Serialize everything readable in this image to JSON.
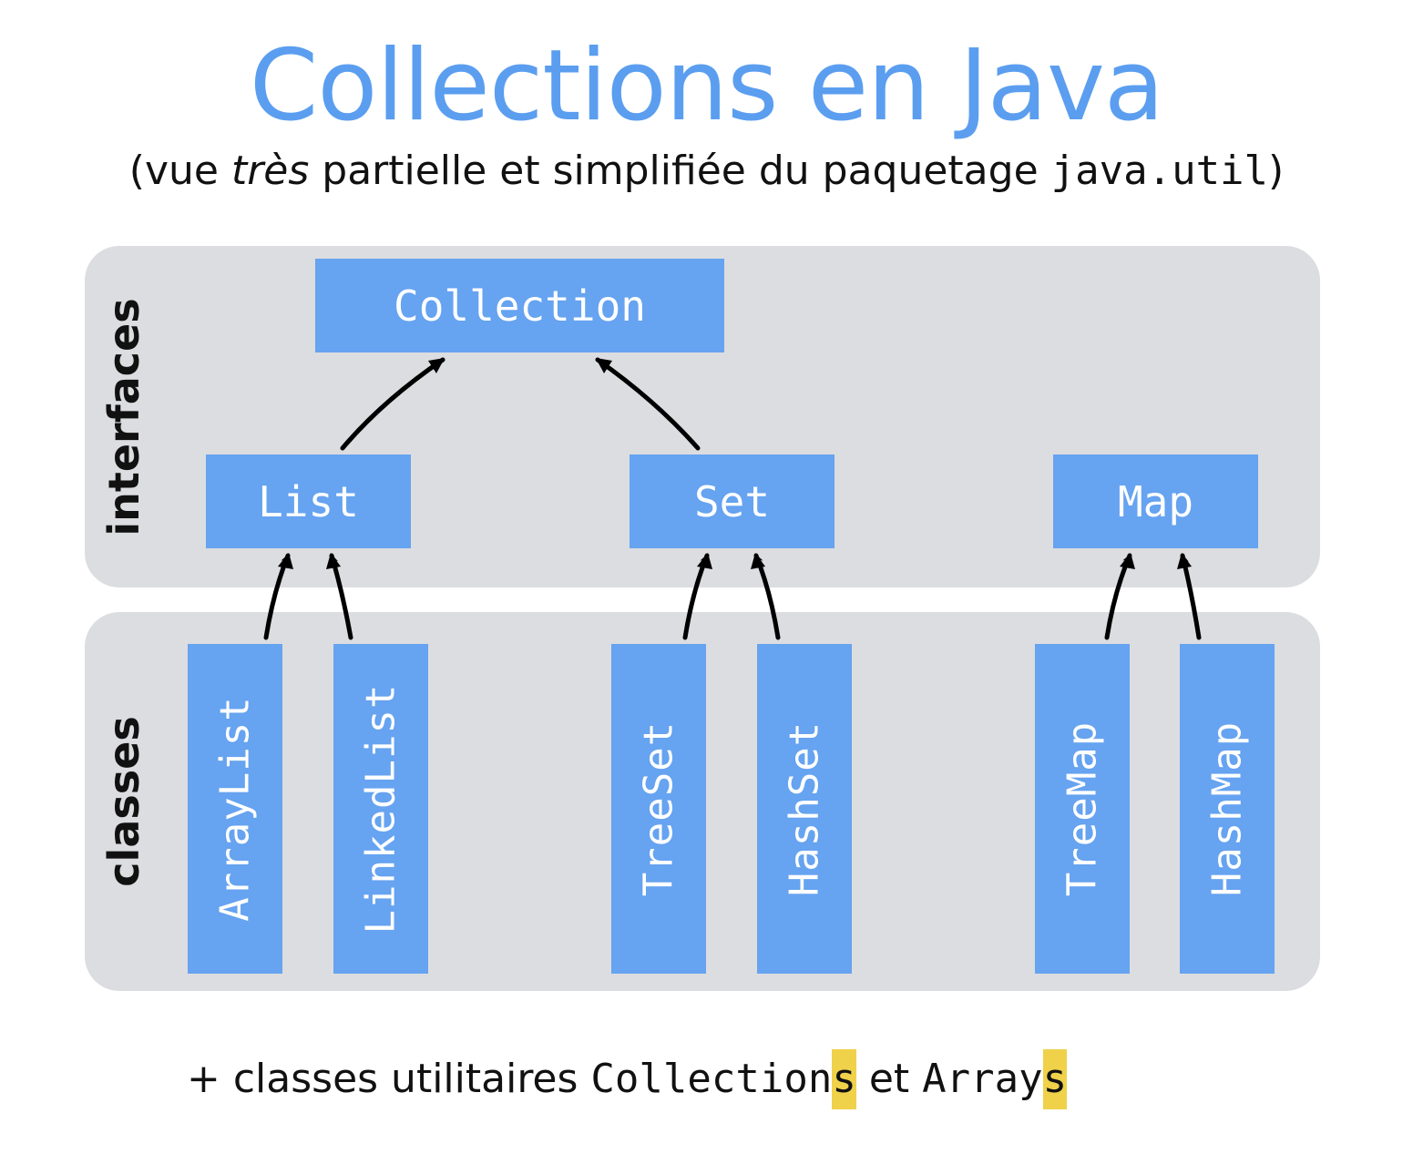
{
  "title": "Collections en Java",
  "subtitle": {
    "open": "(vue ",
    "emphasis": "très",
    "middle": " partielle et simplifiée du paquetage ",
    "package": "java.util",
    "close": ")"
  },
  "sections": {
    "interfaces_label": "interfaces",
    "classes_label": "classes"
  },
  "interfaces": {
    "collection": "Collection",
    "list": "List",
    "set": "Set",
    "map": "Map"
  },
  "classes": {
    "arraylist": "ArrayList",
    "linkedlist": "LinkedList",
    "treeset": "TreeSet",
    "hashset": "HashSet",
    "treemap": "TreeMap",
    "hashmap": "HashMap"
  },
  "footer": {
    "prefix": "+ classes utilitaires ",
    "collections_base": "Collection",
    "collections_suffix": "s",
    "conjunction": " et ",
    "arrays_base": "Array",
    "arrays_suffix": "s"
  },
  "colors": {
    "title": "#5b9ef0",
    "box": "#66a3f0",
    "panel": "#dcdde0",
    "highlight": "#efd14a"
  }
}
